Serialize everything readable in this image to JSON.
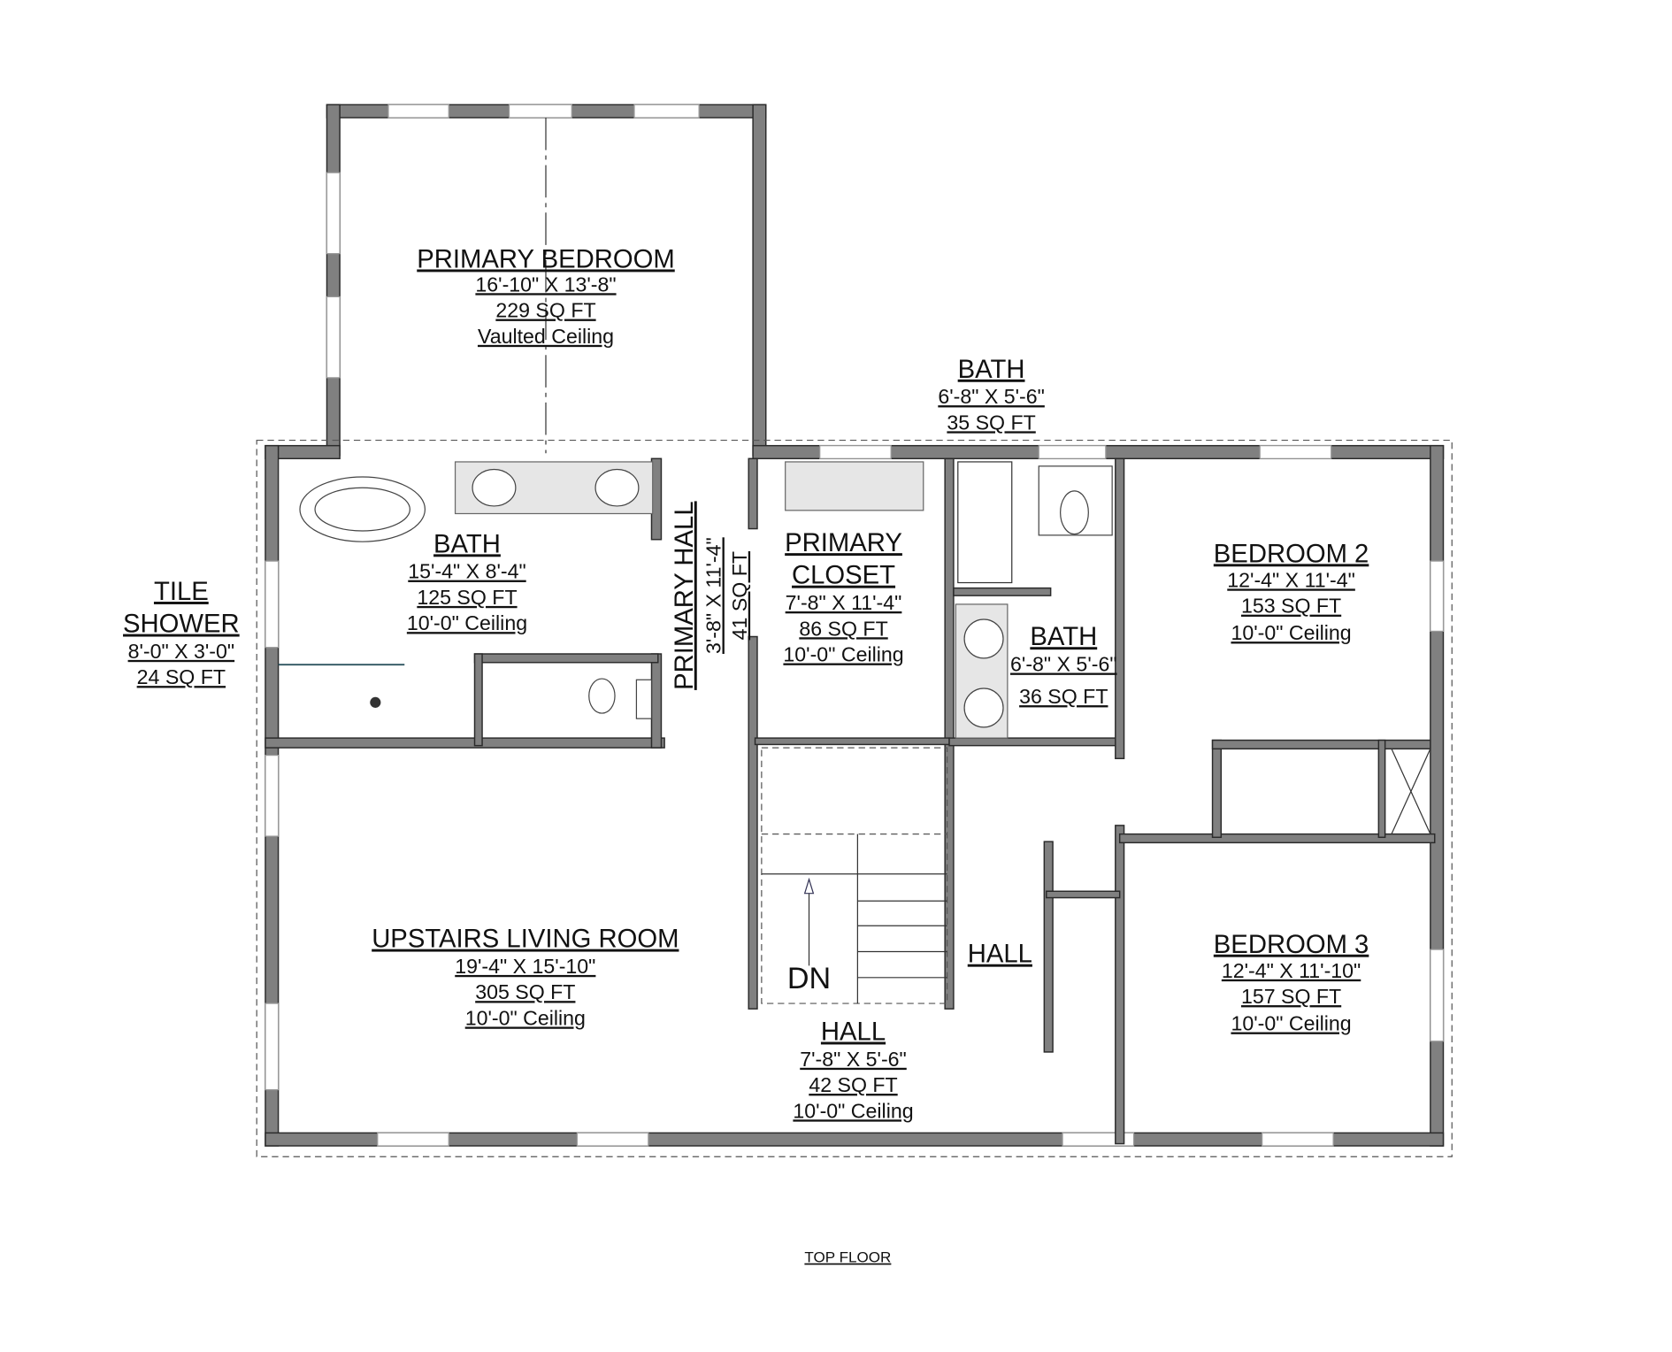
{
  "plan_title": "TOP FLOOR",
  "stair_label": "DN",
  "rooms": [
    {
      "id": "primary-bedroom",
      "name": "PRIMARY BEDROOM",
      "lines": [
        "16'-10\" X 13'-8\"",
        "229 SQ FT",
        "Vaulted Ceiling"
      ]
    },
    {
      "id": "bath-upper",
      "name": "BATH",
      "lines": [
        "6'-8\" X 5'-6\"",
        "35 SQ FT"
      ]
    },
    {
      "id": "primary-bath",
      "name": "BATH",
      "lines": [
        "15'-4\" X 8'-4\"",
        "125 SQ FT",
        "10'-0\" Ceiling"
      ]
    },
    {
      "id": "tile-shower",
      "name": "TILE SHOWER",
      "name_lines": [
        "TILE",
        "SHOWER"
      ],
      "lines": [
        "8'-0\" X 3'-0\"",
        "24 SQ FT"
      ]
    },
    {
      "id": "primary-hall",
      "name": "PRIMARY HALL",
      "lines": [
        "3'-8\" X 11'-4\"",
        "41 SQ FT"
      ]
    },
    {
      "id": "primary-closet",
      "name": "PRIMARY CLOSET",
      "name_lines": [
        "PRIMARY",
        "CLOSET"
      ],
      "lines": [
        "7'-8\" X 11'-4\"",
        "86 SQ FT",
        "10'-0\" Ceiling"
      ]
    },
    {
      "id": "bath-middle",
      "name": "BATH",
      "lines": [
        "6'-8\" X 5'-6\"",
        "36 SQ FT"
      ]
    },
    {
      "id": "bedroom-2",
      "name": "BEDROOM 2",
      "lines": [
        "12'-4\" X 11'-4\"",
        "153 SQ FT",
        "10'-0\" Ceiling"
      ]
    },
    {
      "id": "upstairs-living-room",
      "name": "UPSTAIRS LIVING ROOM",
      "lines": [
        "19'-4\" X 15'-10\"",
        "305 SQ FT",
        "10'-0\" Ceiling"
      ]
    },
    {
      "id": "hall-stair",
      "name": "HALL",
      "lines": [
        "7'-8\" X 5'-6\"",
        "42 SQ FT",
        "10'-0\" Ceiling"
      ]
    },
    {
      "id": "hall",
      "name": "HALL",
      "lines": []
    },
    {
      "id": "bedroom-3",
      "name": "BEDROOM 3",
      "lines": [
        "12'-4\" X 11'-10\"",
        "157 SQ FT",
        "10'-0\" Ceiling"
      ]
    }
  ]
}
